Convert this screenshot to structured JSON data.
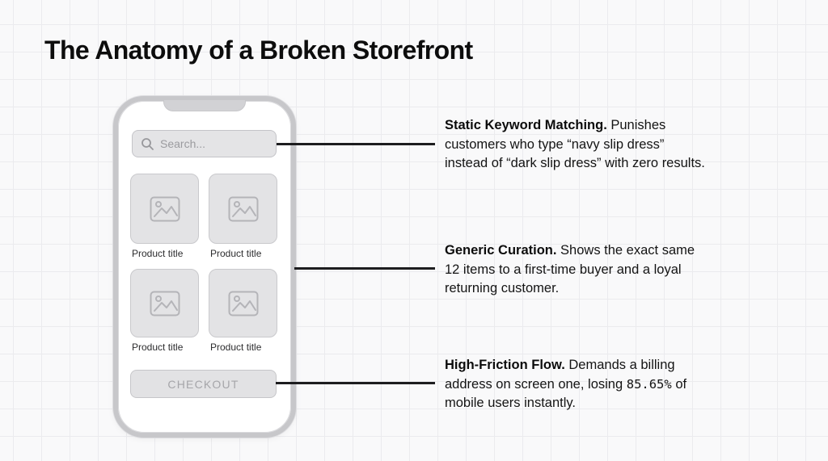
{
  "title": "The Anatomy of a Broken Storefront",
  "phone": {
    "search": {
      "icon": "search-icon",
      "placeholder": "Search..."
    },
    "products": [
      {
        "label": "Product title",
        "icon": "image-placeholder-icon"
      },
      {
        "label": "Product title",
        "icon": "image-placeholder-icon"
      },
      {
        "label": "Product title",
        "icon": "image-placeholder-icon"
      },
      {
        "label": "Product title",
        "icon": "image-placeholder-icon"
      }
    ],
    "checkout_label": "CHECKOUT"
  },
  "annotations": [
    {
      "heading": "Static Keyword Matching.",
      "body": "Punishes\ncustomers who type “navy slip dress”\ninstead of “dark slip dress” with zero results."
    },
    {
      "heading": "Generic Curation.",
      "body": "Shows the exact same\n12 items to a first-time buyer and a loyal\nreturning customer."
    },
    {
      "heading": "High-Friction Flow.",
      "body_before": "Demands a billing\naddress on screen one, losing ",
      "stat": "85.65%",
      "body_after": " of\nmobile users instantly."
    }
  ],
  "colors": {
    "background": "#f9f9fa",
    "grid_line": "#ebebee",
    "connector": "#1d1d1f",
    "wireframe_fill": "#e3e3e5",
    "wireframe_border": "#c7c7ca",
    "text": "#141414",
    "muted_text": "#9b9b9f"
  }
}
